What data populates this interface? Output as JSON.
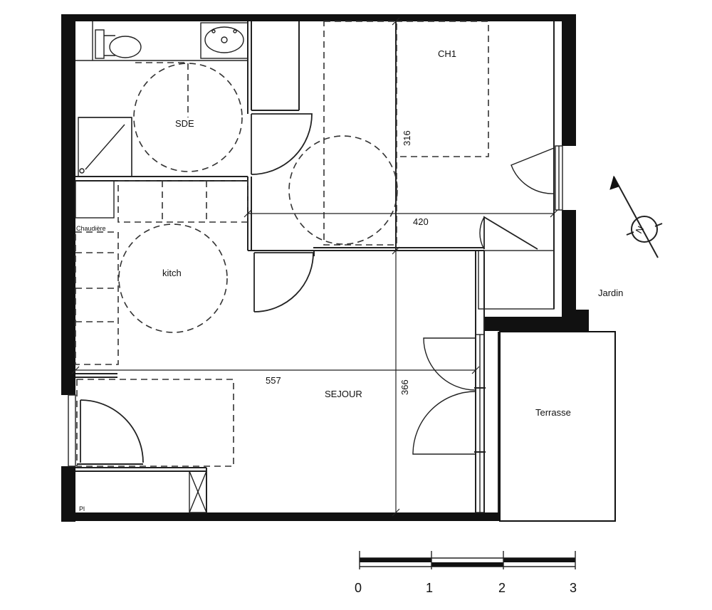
{
  "rooms": {
    "ch1": "CH1",
    "sde": "SDE",
    "kitchen": "kitch",
    "sejour": "SEJOUR",
    "terrasse": "Terrasse",
    "jardin": "Jardin",
    "chaudiere": "Chaudière",
    "placard": "Pl"
  },
  "dimensions": {
    "width_420": "420",
    "width_557": "557",
    "height_316": "316",
    "height_366": "366"
  },
  "scale_bar": {
    "labels": [
      "0",
      "1",
      "2",
      "3"
    ]
  },
  "compass": {
    "label": "N"
  },
  "colors": {
    "wall": "#111111",
    "line": "#222222",
    "background": "#ffffff"
  }
}
